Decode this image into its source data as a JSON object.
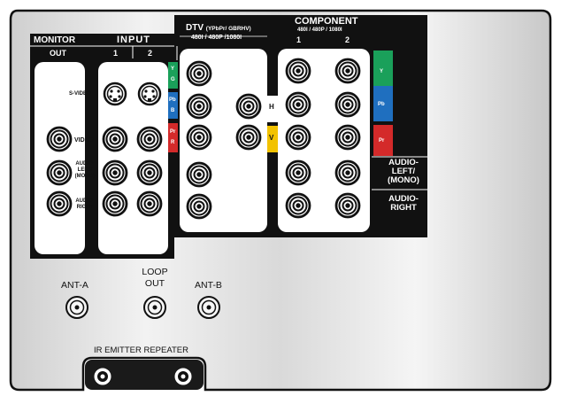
{
  "monitor": {
    "title": "MONITOR",
    "sub": "OUT"
  },
  "input": {
    "title": "INPUT",
    "col1": "1",
    "col2": "2"
  },
  "row_labels": {
    "svideo": "S-VIDEO",
    "video": "VIDEO",
    "audio_left_l1": "AUDIO-",
    "audio_left_l2": "LEFT/",
    "audio_left_l3": "(MONO)",
    "audio_right_l1": "AUDIO-",
    "audio_right_l2": "RIGHT"
  },
  "ycolor": {
    "y1": "Y",
    "y2": "G",
    "pb1": "Pb",
    "pb2": "B",
    "pr1": "Pr",
    "pr2": "R"
  },
  "dtv": {
    "title": "DTV",
    "format": "(YPbPr/ GBRHV)",
    "res": "480I / 480P /1080I",
    "h": "H",
    "v": "V"
  },
  "component": {
    "title": "COMPONENT",
    "res": "480I / 480P / 1080I",
    "col1": "1",
    "col2": "2",
    "tag_y": "Y",
    "tag_pb": "Pb",
    "tag_pr": "Pr"
  },
  "audio_right_panel": {
    "left_l1": "AUDIO-",
    "left_l2": "LEFT/",
    "left_l3": "(MONO)",
    "right_l1": "AUDIO-",
    "right_l2": "RIGHT"
  },
  "antenna": {
    "ant_a": "ANT-A",
    "loop_l1": "LOOP",
    "loop_l2": "OUT",
    "ant_b": "ANT-B"
  },
  "ir": {
    "title": "IR EMITTER REPEATER"
  },
  "colors": {
    "panel_dark": "#1a1a1a",
    "green": "#1aa05a",
    "blue": "#1f6fbf",
    "red": "#d42a2a",
    "yellow": "#f2c200"
  }
}
